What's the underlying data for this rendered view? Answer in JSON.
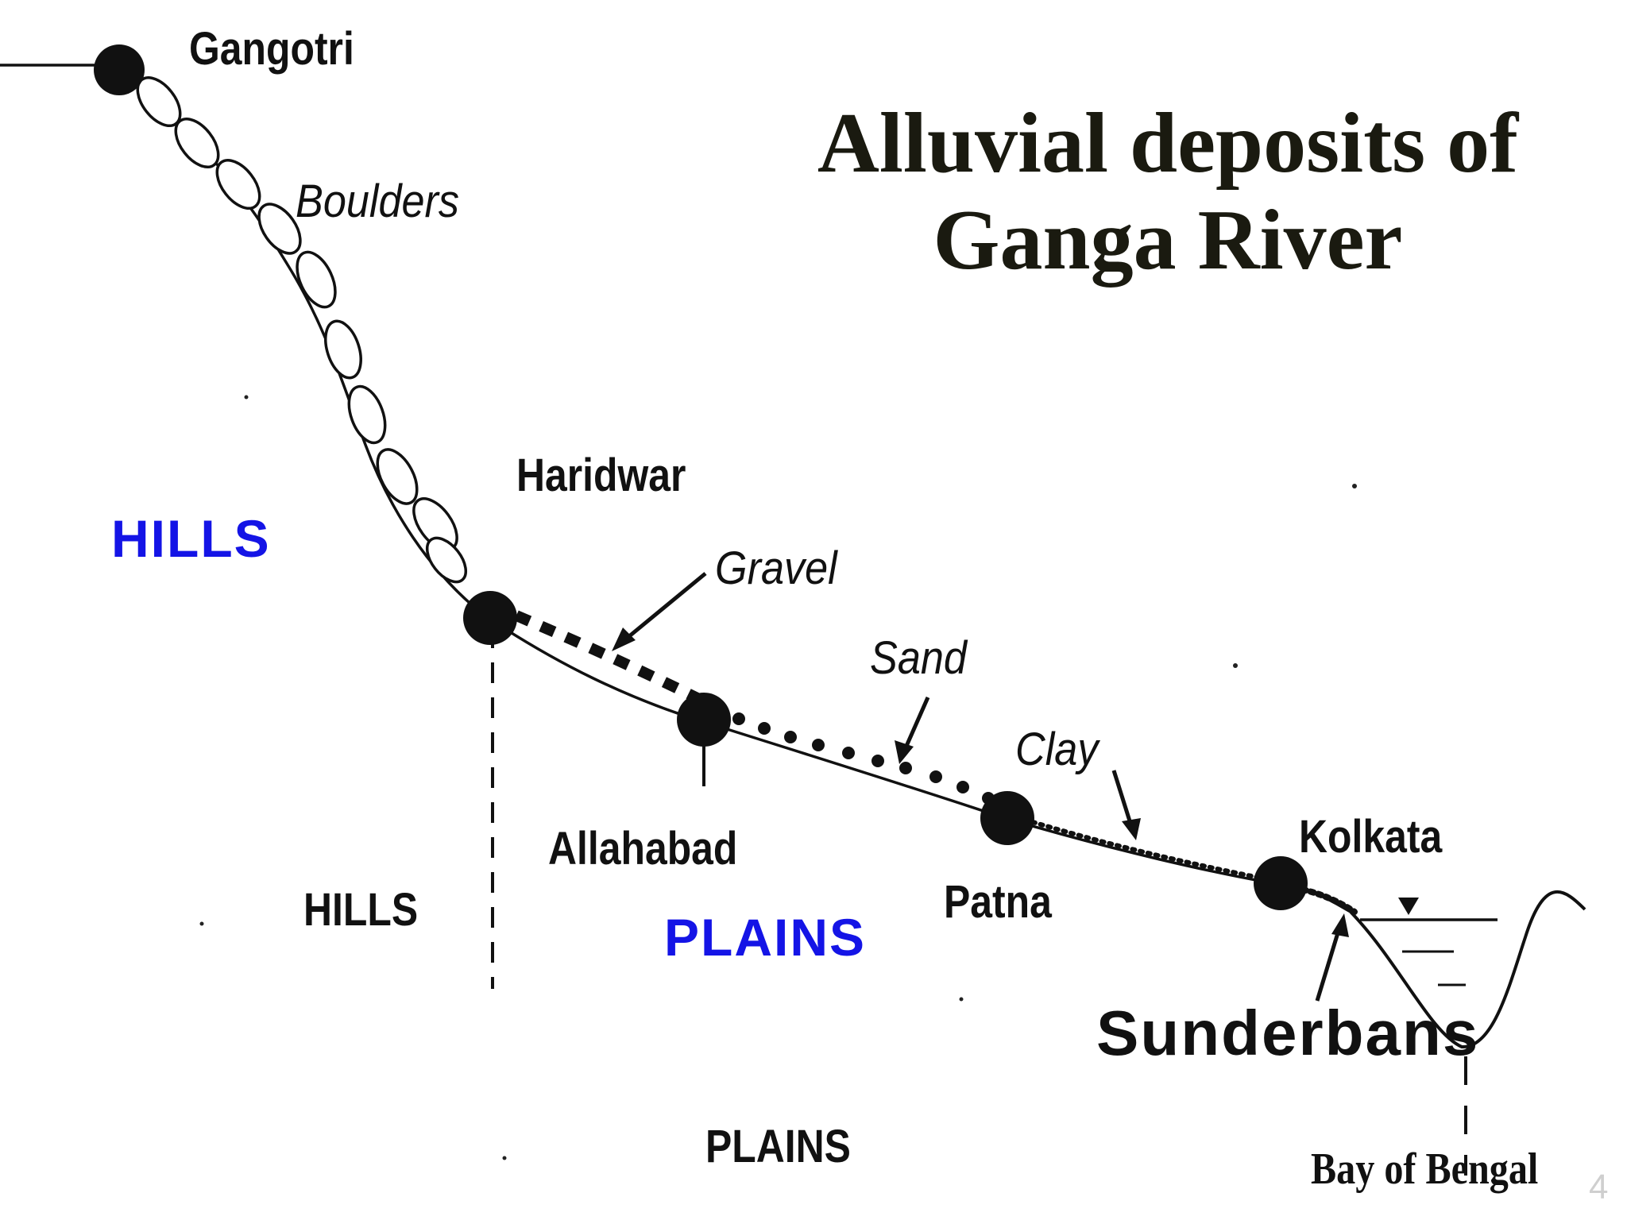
{
  "title": {
    "line1": "Alluvial deposits of",
    "line2": "Ganga River"
  },
  "places": {
    "gangotri": "Gangotri",
    "haridwar": "Haridwar",
    "allahabad": "Allahabad",
    "patna": "Patna",
    "kolkata": "Kolkata",
    "sunderbans": "Sunderbans",
    "bay_of_bengal": "Bay of Bengal"
  },
  "deposits": {
    "boulders": "Boulders",
    "gravel": "Gravel",
    "sand": "Sand",
    "clay": "Clay"
  },
  "zones": {
    "hills_blue": "HILLS",
    "hills_black": "HILLS",
    "plains_blue": "PLAINS",
    "plains_black": "PLAINS"
  },
  "page_number": "4",
  "colors": {
    "zone_blue": "#1414e6",
    "title": "#1a1a10",
    "line": "#111111"
  }
}
